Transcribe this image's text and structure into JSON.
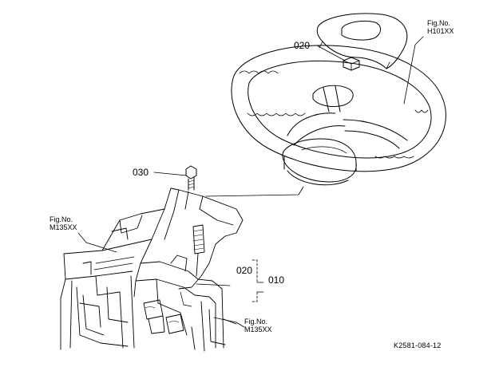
{
  "callouts": {
    "part_020_top": "020",
    "part_030": "030",
    "part_020_bottom": "020",
    "part_010": "010"
  },
  "fig_refs": {
    "top_right": {
      "line1": "Fig.No.",
      "line2": "H101XX"
    },
    "left": {
      "line1": "Fig.No.",
      "line2": "M135XX"
    },
    "bottom": {
      "line1": "Fig.No.",
      "line2": "M135XX"
    }
  },
  "drawing_code": "K2581-084-12"
}
